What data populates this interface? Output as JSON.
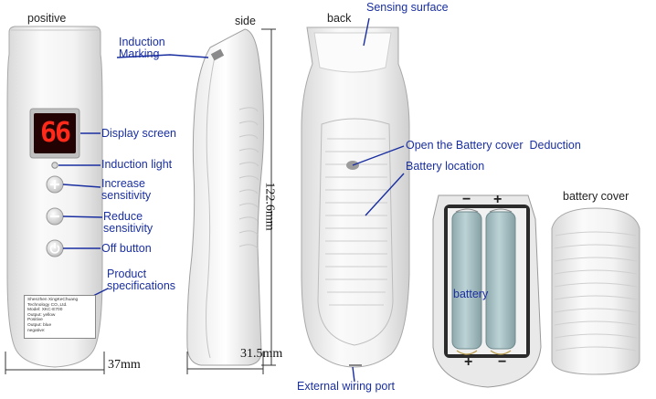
{
  "views": {
    "positive": "positive",
    "side": "side",
    "back": "back"
  },
  "display": {
    "reading": "66"
  },
  "dimensions": {
    "width_front": "37mm",
    "length": "122.6mm",
    "depth_side": "31.5mm"
  },
  "callouts": {
    "induction_marking": "Induction\nMarking",
    "display_screen": "Display screen",
    "induction_light": "Induction light",
    "increase_sensitivity": "Increase\nsensitivity",
    "reduce_sensitivity": "Reduce\nsensitivity",
    "off_button": "Off button",
    "product_specifications": "Product\nspecifications",
    "sensing_surface": "Sensing surface",
    "open_battery_cover": "Open the Battery cover  Deduction",
    "battery_location": "Battery location",
    "external_wiring_port": "External wiring port",
    "battery_cover": "battery cover",
    "battery": "battery"
  },
  "polarity": {
    "minus": "−",
    "plus": "+"
  },
  "spec_label": [
    "Shenzhen XingKeChuang",
    "Technology CO.,Ltd.",
    "Model: XKC-E700",
    "Output: yellow",
    "Positive",
    "Output:      blue",
    "negative:"
  ],
  "colors": {
    "callout_text": "#1a2fa0",
    "leader_line": "#1a2fa0",
    "device_body": "#f2f2f2",
    "display_digits": "#ff2a1a",
    "battery_cell": "#a9c2c6"
  }
}
